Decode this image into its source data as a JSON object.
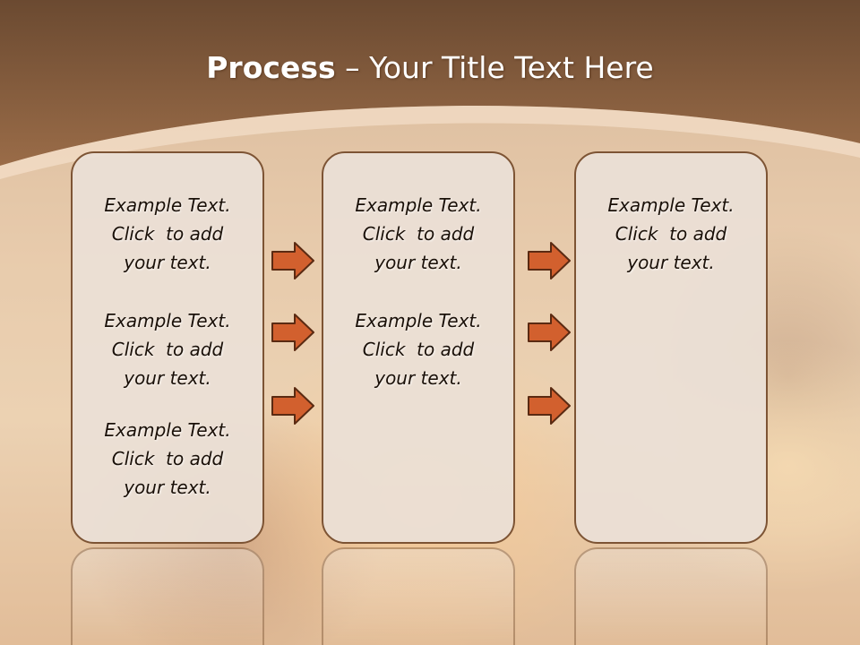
{
  "title": {
    "strong": "Process",
    "rest": "  – Your Title Text Here"
  },
  "columns": [
    {
      "blocks": [
        {
          "line1": "Example Text.",
          "line2": "Click  to add",
          "line3": "your text."
        },
        {
          "line1": "Example Text.",
          "line2": "Click  to add",
          "line3": "your text."
        },
        {
          "line1": "Example Text.",
          "line2": "Click  to add",
          "line3": "your text."
        }
      ]
    },
    {
      "blocks": [
        {
          "line1": "Example Text.",
          "line2": "Click  to add",
          "line3": "your text."
        },
        {
          "line1": "Example Text.",
          "line2": "Click  to add",
          "line3": "your text."
        }
      ]
    },
    {
      "blocks": [
        {
          "line1": "Example Text.",
          "line2": "Click  to add",
          "line3": "your text."
        }
      ]
    }
  ],
  "icons": {
    "arrow": "right-arrow-icon"
  },
  "colors": {
    "header_top": "#6b4a31",
    "header_bottom": "#9a6c48",
    "arrow_fill": "#d2602e",
    "arrow_stroke": "#5a2a12",
    "panel_border": "#7d5434",
    "panel_fill": "#ebe0d6"
  }
}
